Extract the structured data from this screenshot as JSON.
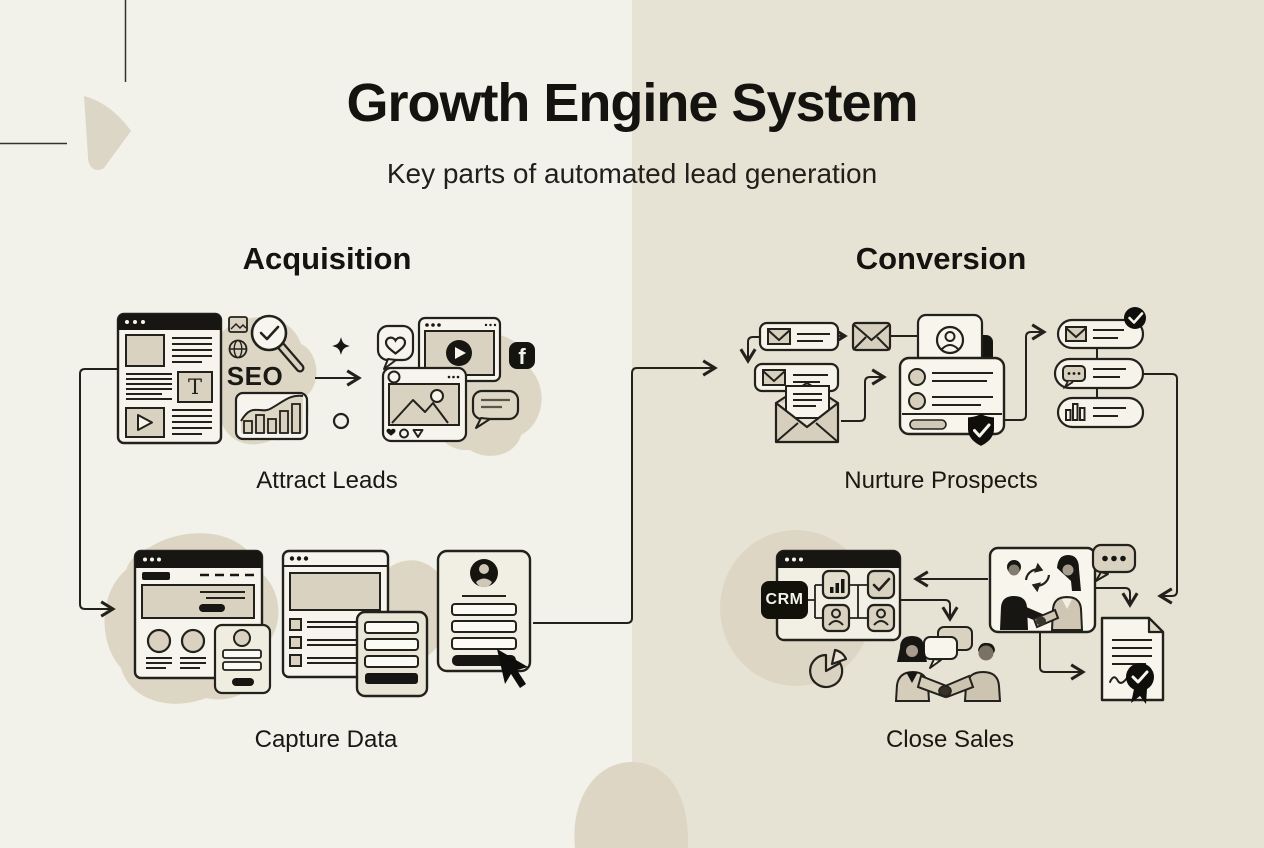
{
  "page": {
    "title": "Growth Engine System",
    "subtitle": "Key parts of automated lead generation"
  },
  "columns": [
    {
      "header": "Acquisition"
    },
    {
      "header": "Conversion"
    }
  ],
  "stages": [
    {
      "label": "Attract Leads",
      "column": "Acquisition",
      "icons": [
        "website-browser-icon",
        "photo-icon",
        "globe-icon",
        "magnifier-check-icon",
        "seo-text",
        "analytics-chart-icon",
        "sparkle-icon",
        "flow-arrow-icon",
        "like-bubble-icon",
        "video-player-icon",
        "facebook-icon",
        "social-post-icon",
        "comment-bubble-icon"
      ]
    },
    {
      "label": "Capture Data",
      "column": "Acquisition",
      "icons": [
        "landing-page-icon",
        "signup-modal-icon",
        "content-browser-icon",
        "form-fields-icon",
        "lead-form-card-icon",
        "cursor-icon"
      ]
    },
    {
      "label": "Nurture Prospects",
      "column": "Conversion",
      "icons": [
        "email-row-icon",
        "email-row-icon",
        "envelope-icon",
        "open-envelope-icon",
        "profile-card-icon",
        "contact-card-icon",
        "shield-check-icon",
        "email-pill-icon",
        "chat-pill-icon",
        "stats-pill-icon",
        "check-badge-icon"
      ]
    },
    {
      "label": "Close Sales",
      "column": "Conversion",
      "icons": [
        "crm-badge",
        "crm-pipeline-window-icon",
        "pie-chart-icon",
        "handshake-meeting-icon",
        "chat-bubbles-icon",
        "video-call-icon",
        "typing-bubble-icon",
        "signed-contract-icon"
      ]
    }
  ],
  "texts": {
    "seo": "SEO",
    "crm": "CRM",
    "text_block": "T",
    "facebook": "f"
  },
  "colors": {
    "background_left": "#f2f1ea",
    "background_right": "#e6e2d4",
    "ink": "#23211c",
    "card": "#f6f4ec",
    "beige": "#d9d2c0",
    "blob": "#ddd6c5",
    "black": "#141410"
  }
}
